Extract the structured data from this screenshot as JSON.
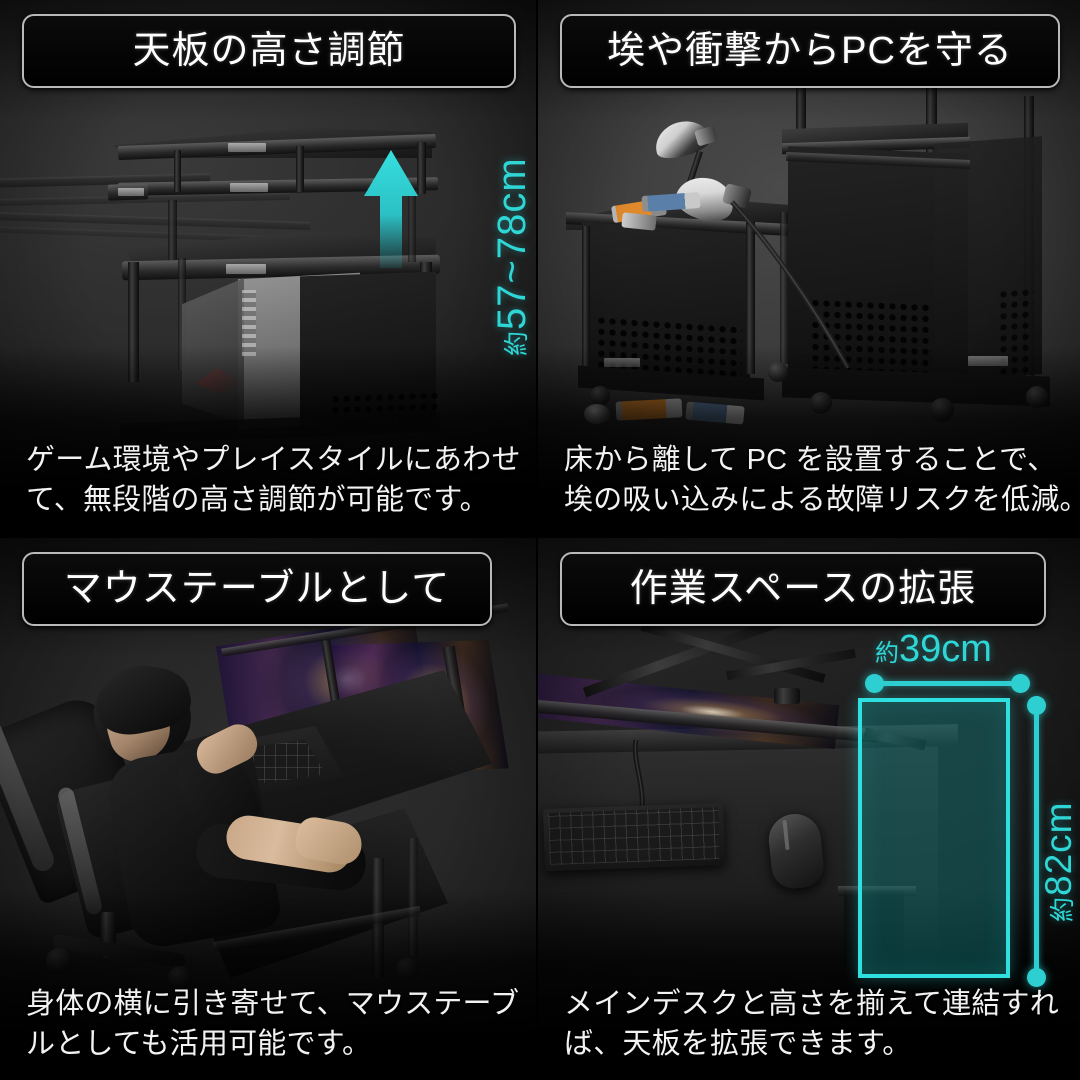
{
  "image": {
    "kind": "product-feature-infographic",
    "language": "ja",
    "panel_count": 4
  },
  "theme": {
    "background": "#050505",
    "panel_background": "#2b2b2b",
    "banner_border": "#b9b9b9",
    "banner_fill": "#0b0b0b",
    "text_color": "#f2f2f2",
    "accent_cyan": "#2ecfd0",
    "accent_teal_fill": "rgba(18,128,128,0.42)"
  },
  "panels": [
    {
      "id": "height-adjustment",
      "position": "top-left",
      "title": "天板の高さ調節",
      "caption_lines": [
        "ゲーム環境やプレイスタイルにあわせ",
        "て、無段階の高さ調節が可能です。"
      ],
      "annotations": {
        "arrow": {
          "name": "up-arrow-icon",
          "direction": "up",
          "color": "#2ecfd0"
        },
        "measurement": {
          "approx": "約",
          "value": "57~78cm",
          "orientation": "vertical"
        }
      },
      "photo_description": "ブラックのゲーミングデスク天板が3段階の高さで重ねて表示され、下部にPCタワーが収納されている"
    },
    {
      "id": "dust-shock-protection",
      "position": "top-right",
      "title": "埃や衝撃からPCを守る",
      "caption_lines": [
        "床から離して PC を設置することで、",
        "埃の吸い込みによる故障リスクを低減。"
      ],
      "annotations": {},
      "photo_description": "キャスター付きPCワゴンとデスクラック。床に電池やライトが散乱、デスクライトが卓上に置かれている"
    },
    {
      "id": "mouse-table",
      "position": "bottom-left",
      "title": "マウステーブルとして",
      "caption_lines": [
        "身体の横に引き寄せて、マウステーブ",
        "ルとしても活用可能です。"
      ],
      "annotations": {},
      "photo_description": "ゲーミングチェアに座った男性がキーボードを操作し、手前のスライド天板をマウステーブルとして使用。背後にデュアルモニター"
    },
    {
      "id": "workspace-expansion",
      "position": "bottom-right",
      "title": "作業スペースの拡張",
      "caption_lines": [
        "メインデスクと高さを揃えて連結すれ",
        "ば、天板を拡張できます。"
      ],
      "annotations": {
        "width": {
          "approx": "約",
          "value": "39cm",
          "orientation": "horizontal"
        },
        "height": {
          "approx": "約",
          "value": "82cm",
          "orientation": "vertical"
        },
        "highlight_rect": {
          "name": "extension-tabletop-highlight",
          "color": "#2ee0e0"
        }
      },
      "photo_description": "デスク上のキーボードとマウス、右側に連結用の拡張天板がシアン枠でハイライト表示"
    }
  ]
}
